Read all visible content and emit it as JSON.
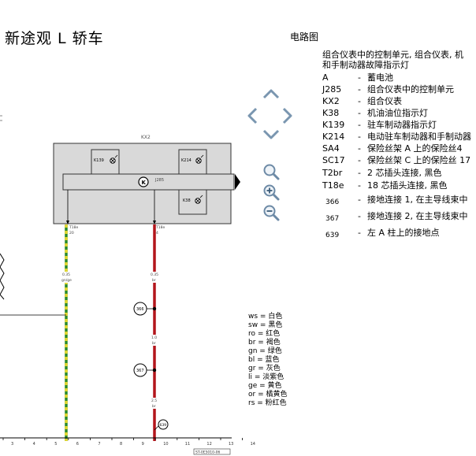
{
  "page_title": "新途观 L 轿车",
  "diagram_label": "电路图",
  "legend": {
    "title_line1": "组合仪表中的控制单元, 组合仪表, 机",
    "title_line2": "和手制动器故障指示灯",
    "items": [
      {
        "code": "A",
        "dash": "-",
        "desc": "蓄电池"
      },
      {
        "code": "J285",
        "dash": "-",
        "desc": "组合仪表中的控制单元"
      },
      {
        "code": "KX2",
        "dash": "-",
        "desc": "组合仪表"
      },
      {
        "code": "K38",
        "dash": "-",
        "desc": "机油油位指示灯"
      },
      {
        "code": "K139",
        "dash": "-",
        "desc": "驻车制动器指示灯"
      },
      {
        "code": "K214",
        "dash": "-",
        "desc": "电动驻车制动器和手制动器"
      },
      {
        "code": "SA4",
        "dash": "-",
        "desc": "保险丝架 A 上的保险丝4"
      },
      {
        "code": "SC17",
        "dash": "-",
        "desc": "保险丝架 C 上的保险丝 17"
      },
      {
        "code": "T2br",
        "dash": "-",
        "desc": "2 芯插头连接, 黑色"
      },
      {
        "code": "T18e",
        "dash": "-",
        "desc": "18 芯插头连接, 黑色"
      },
      {
        "code": "366",
        "dash": "-",
        "desc": "接地连接 1, 在主导线束中"
      },
      {
        "code": "367",
        "dash": "-",
        "desc": "接地连接 2, 在主导线束中"
      },
      {
        "code": "639",
        "dash": "-",
        "desc": "左 A 柱上的接地点"
      }
    ]
  },
  "wire_colors": [
    {
      "code": "ws",
      "name": "白色"
    },
    {
      "code": "sw",
      "name": "黑色"
    },
    {
      "code": "ro",
      "name": "红色"
    },
    {
      "code": "br",
      "name": "褐色"
    },
    {
      "code": "gn",
      "name": "绿色"
    },
    {
      "code": "bl",
      "name": "蓝色"
    },
    {
      "code": "gr",
      "name": "灰色"
    },
    {
      "code": "li",
      "name": "淡紫色"
    },
    {
      "code": "ge",
      "name": "黄色"
    },
    {
      "code": "or",
      "name": "橘黄色"
    },
    {
      "code": "rs",
      "name": "粉红色"
    }
  ],
  "diagram": {
    "box_label": "KX2",
    "k139": "K139",
    "k214": "K214",
    "k38": "K38",
    "j285": "J285",
    "pin_left": "T18e",
    "pin_left_num": "20",
    "pin_right": "T18e",
    "pin_right_num": "4",
    "wire_left_size": "0.35",
    "wire_left_color": "gn/ge",
    "wire_right_size": "0.35",
    "wire_right_color": "br",
    "ground_upper": "366",
    "wire_mid_size": "1.0",
    "wire_mid_color": "br",
    "ground_lower": "367",
    "wire_low_size": "2.5",
    "wire_low_color": "br",
    "ground_point": "639",
    "scale": [
      "3",
      "4",
      "5",
      "6",
      "7",
      "8",
      "9",
      "10",
      "11",
      "12",
      "13",
      "14"
    ],
    "ref_code": "ST-0E5010-06"
  },
  "colors": {
    "red_wire": "#b3151b",
    "green_wire": "#2a8a2a",
    "yellow_dash": "#e3d62d",
    "box_fill": "#d9d9d9",
    "nav_icon": "#7a96b0"
  },
  "icons": {
    "nav_up": "chevron-up-icon",
    "nav_left": "chevron-left-icon",
    "nav_right": "chevron-right-icon",
    "nav_down": "chevron-down-icon",
    "zoom_fit": "magnifier-icon",
    "zoom_in": "zoom-in-icon",
    "zoom_out": "zoom-out-icon"
  }
}
